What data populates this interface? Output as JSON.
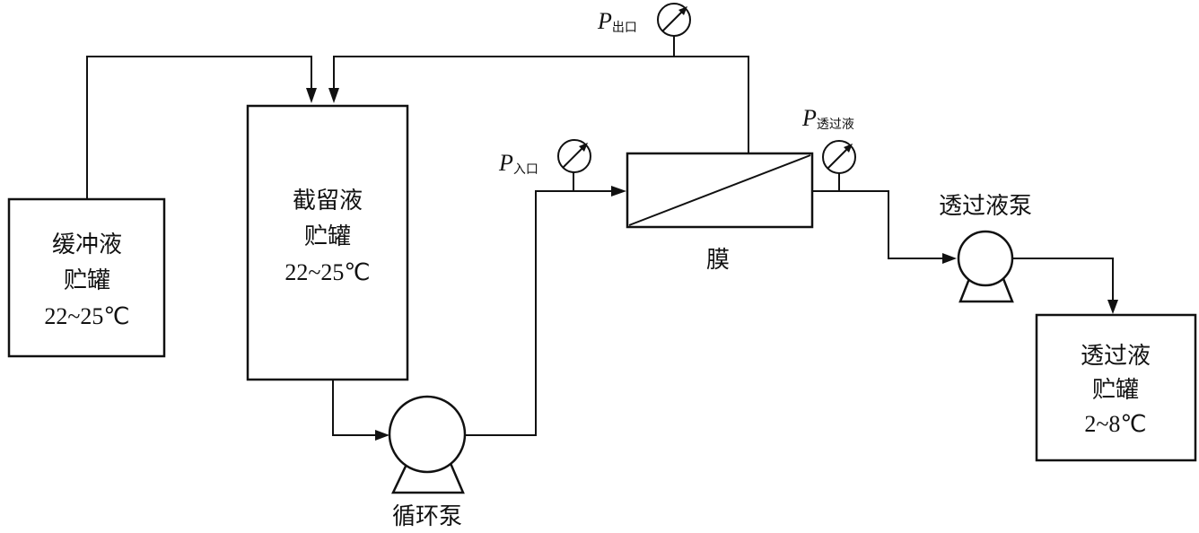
{
  "buffer_tank": {
    "line1": "缓冲液",
    "line2": "贮罐",
    "temp": "22~25℃"
  },
  "retentate_tank": {
    "line1": "截留液",
    "line2": "贮罐",
    "temp": "22~25℃"
  },
  "permeate_tank": {
    "line1": "透过液",
    "line2": "贮罐",
    "temp": "2~8℃"
  },
  "membrane_label": "膜",
  "circulation_pump_label": "循环泵",
  "permeate_pump_label": "透过液泵",
  "gauges": {
    "outlet": {
      "symbol": "P",
      "subscript": "出口"
    },
    "inlet": {
      "symbol": "P",
      "subscript": "入口"
    },
    "permeate": {
      "symbol": "P",
      "subscript": "透过液"
    }
  }
}
